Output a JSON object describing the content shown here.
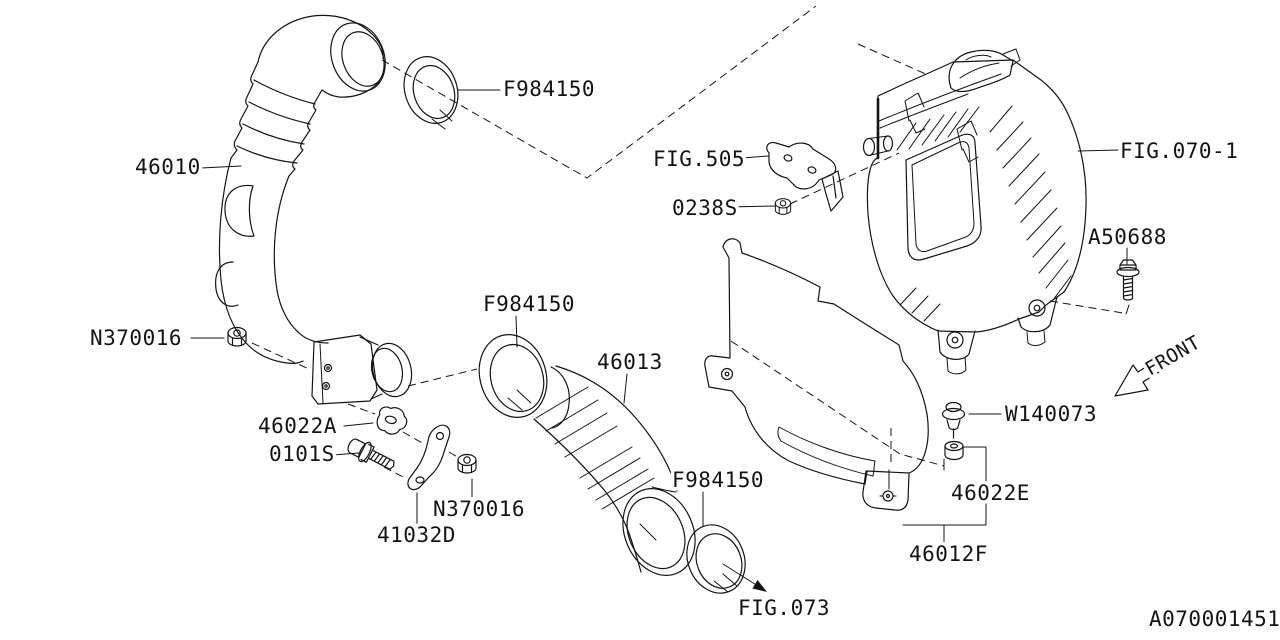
{
  "diagram": {
    "type": "exploded-parts-diagram",
    "subject": "Air Cleaner / Air Duct",
    "background_color": "#ffffff",
    "line_color": "#141414",
    "labels": [
      {
        "id": "clamp-f984150-top",
        "text": "F984150"
      },
      {
        "id": "duct-46010",
        "text": "46010"
      },
      {
        "id": "fig-505",
        "text": "FIG.505"
      },
      {
        "id": "nut-0238s",
        "text": "0238S"
      },
      {
        "id": "fig-070-1",
        "text": "FIG.070-1"
      },
      {
        "id": "bolt-a50688",
        "text": "A50688"
      },
      {
        "id": "nut-n370016-upper",
        "text": "N370016"
      },
      {
        "id": "clamp-f984150-mid",
        "text": "F984150"
      },
      {
        "id": "duct-46013",
        "text": "46013"
      },
      {
        "id": "cushion-46022a",
        "text": "46022A"
      },
      {
        "id": "bolt-0101s",
        "text": "0101S"
      },
      {
        "id": "nut-n370016-lower",
        "text": "N370016"
      },
      {
        "id": "bracket-41032d",
        "text": "41032D"
      },
      {
        "id": "clamp-f984150-bottom",
        "text": "F984150"
      },
      {
        "id": "fig-073",
        "text": "FIG.073"
      },
      {
        "id": "clip-w140073",
        "text": "W140073"
      },
      {
        "id": "cushion-46022e",
        "text": "46022E"
      },
      {
        "id": "cover-46012f",
        "text": "46012F"
      },
      {
        "id": "front-direction",
        "text": "FRONT"
      },
      {
        "id": "drawing-number",
        "text": "A070001451"
      }
    ]
  }
}
